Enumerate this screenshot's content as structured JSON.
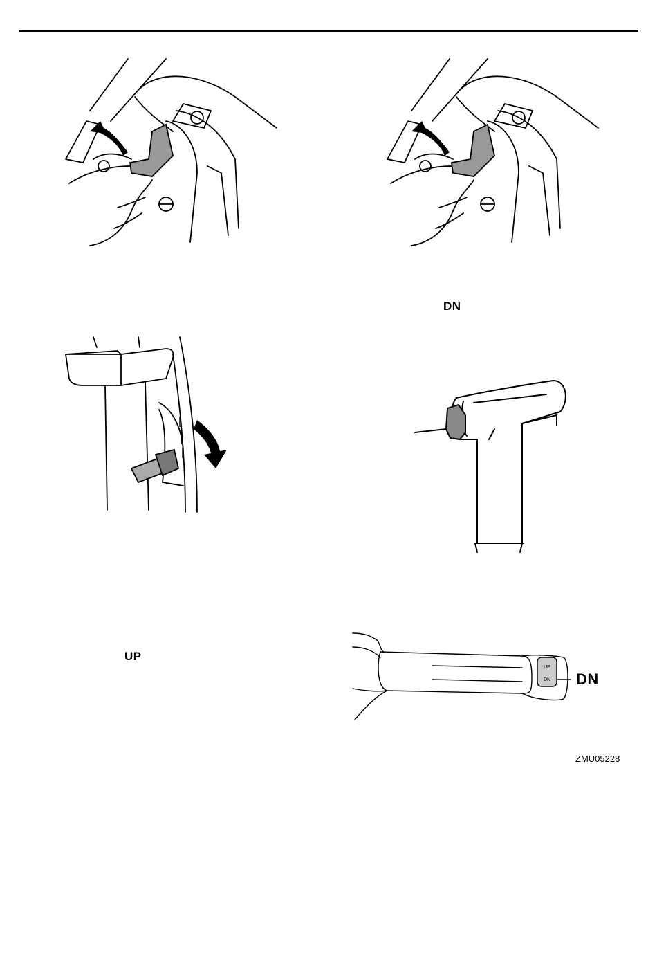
{
  "labels": {
    "dn_text": "DN",
    "up_text": "UP",
    "grip_up": "UP",
    "grip_dn": "DN",
    "callout_dn": "DN"
  },
  "figure_code": "ZMU05228",
  "icons": [
    "lever-lock-illustration",
    "height-adjuster-illustration",
    "t-handle-illustration",
    "grip-switch-illustration",
    "arrow-icon"
  ]
}
